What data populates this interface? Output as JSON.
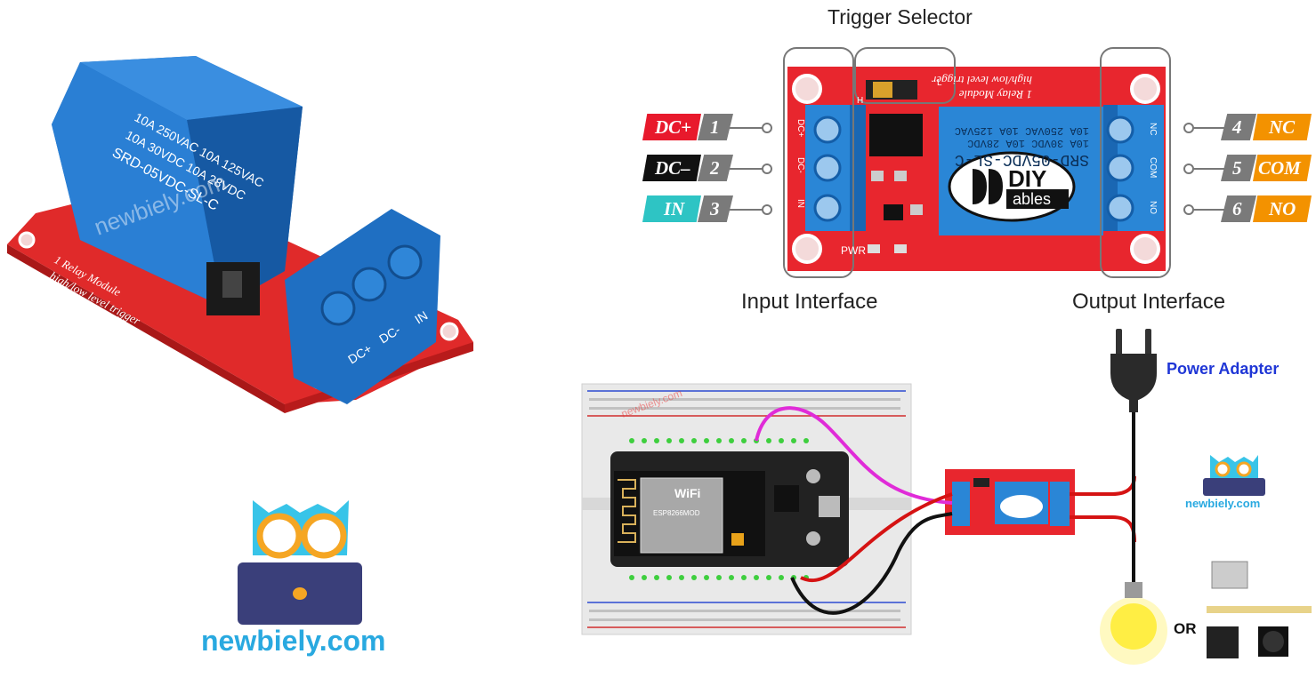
{
  "relay_photo": {
    "board_text_1": "1 Relay Module",
    "board_text_2": "high/low level trigger",
    "relay_line_1": "10A 250VAC 10A 125VAC",
    "relay_line_2": "10A 30VDC 10A 28VDC",
    "relay_line_3": "SRD-05VDC-SL-C",
    "terminal_labels": [
      "DC+",
      "DC-",
      "IN"
    ],
    "watermark": "newbiely.com"
  },
  "brand": {
    "name": "newbiely.com"
  },
  "pinout": {
    "title_trigger": "Trigger Selector",
    "title_input": "Input Interface",
    "title_output": "Output Interface",
    "left_pins": [
      {
        "name": "DC+",
        "num": "1",
        "color": "#e8192c"
      },
      {
        "name": "DC–",
        "num": "2",
        "color": "#111111"
      },
      {
        "name": "IN",
        "num": "3",
        "color": "#2ec4c4"
      }
    ],
    "right_pins": [
      {
        "name": "NC",
        "num": "4",
        "color": "#f39200"
      },
      {
        "name": "COM",
        "num": "5",
        "color": "#f39200"
      },
      {
        "name": "NO",
        "num": "6",
        "color": "#f39200"
      }
    ],
    "board_title": "1 Relay Module",
    "board_sub": "high/low level trigger",
    "relay_model": "SRD-05VDC-SL-C",
    "relay_spec_1": "10A 250VAC 10A 125VAC",
    "relay_spec_2": "10A 30VDC 10A 28VDC",
    "logo_top": "DIY",
    "logo_bottom": "ables",
    "pwr": "PWR",
    "screw_labels_left": [
      "DC+",
      "DC-",
      "IN"
    ],
    "screw_labels_right": [
      "NC",
      "COM",
      "NO"
    ],
    "jumper_h": "H",
    "jumper_l": "L"
  },
  "wiring": {
    "power_adapter": "Power Adapter",
    "or_label": "OR",
    "brand_small": "newbiely.com",
    "chip_line_1": "ESP8266MOD",
    "wifi": "WiFi",
    "watermark": "newbiely.com"
  }
}
